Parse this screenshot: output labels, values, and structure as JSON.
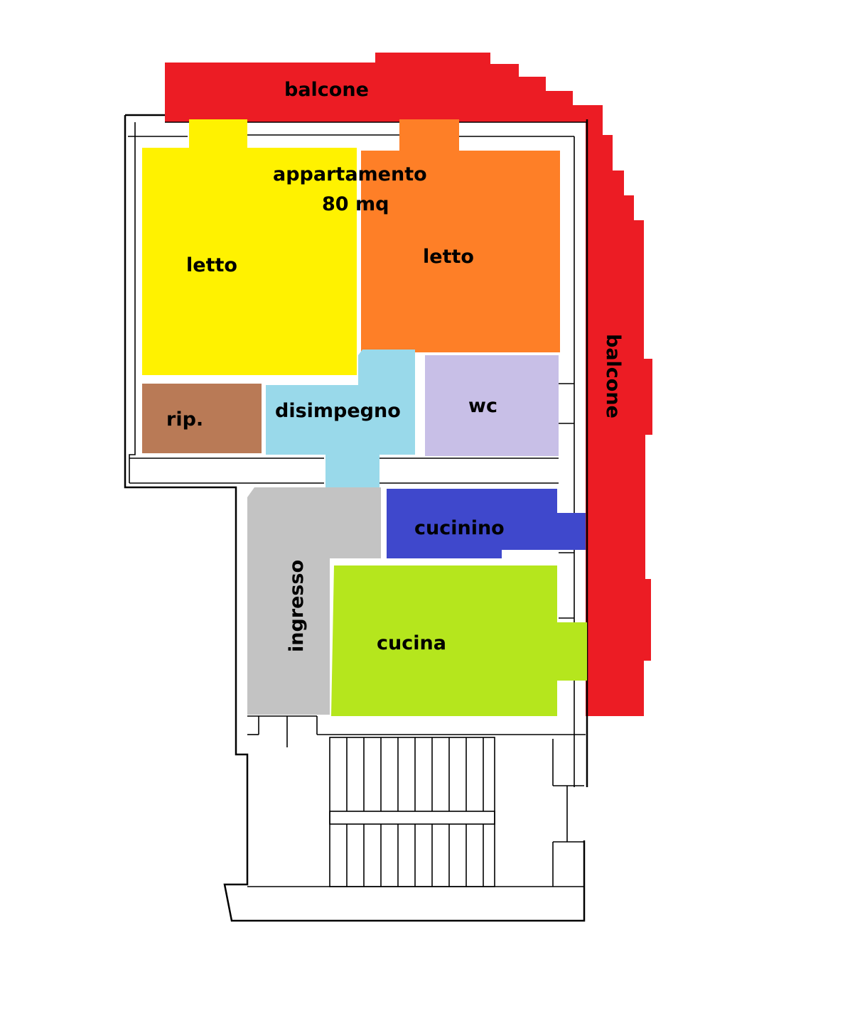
{
  "plan": {
    "title_line1": "appartamento",
    "title_line2": "80 mq"
  },
  "rooms": {
    "balcone_top": {
      "label": "balcone",
      "color": "#ec1c24"
    },
    "balcone_right": {
      "label": "balcone",
      "color": "#ec1c24"
    },
    "letto_left": {
      "label": "letto",
      "color": "#fff200"
    },
    "letto_right": {
      "label": "letto",
      "color": "#fe7f27"
    },
    "rip": {
      "label": "rip.",
      "color": "#b97a56"
    },
    "disimpegno": {
      "label": "disimpegno",
      "color": "#99d9ea"
    },
    "wc": {
      "label": "wc",
      "color": "#c8bfe7"
    },
    "cucinino": {
      "label": "cucinino",
      "color": "#3f48cc"
    },
    "ingresso": {
      "label": "ingresso",
      "color": "#c3c3c3"
    },
    "cucina": {
      "label": "cucina",
      "color": "#b5e61d"
    }
  }
}
